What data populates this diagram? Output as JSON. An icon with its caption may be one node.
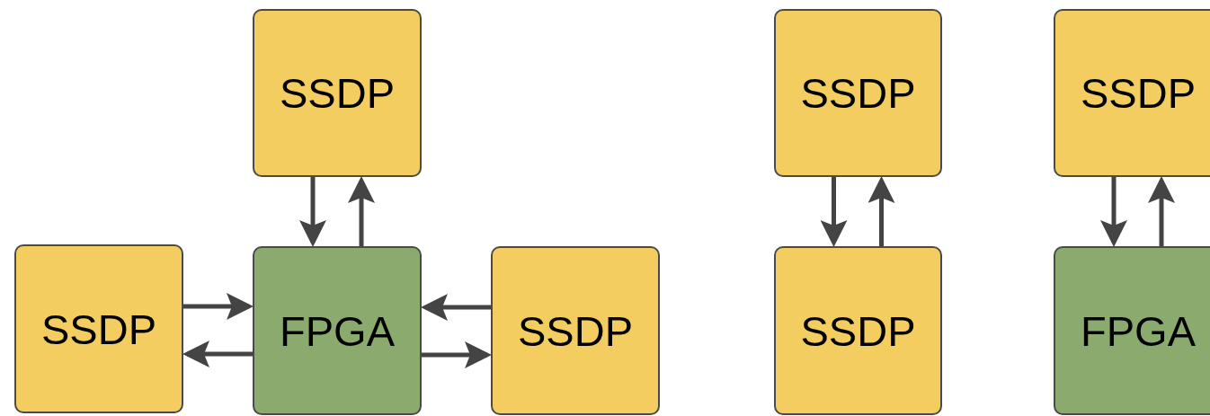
{
  "diagram": {
    "nodes": [
      {
        "text": [
          "SSDP"
        ]
      },
      {
        "text": [
          "SSDP"
        ]
      },
      {
        "text": [
          "FPGA"
        ]
      },
      {
        "text": [
          "SSDP"
        ]
      },
      {
        "text": [
          "SSDP"
        ]
      },
      {
        "text": [
          "SSDP"
        ]
      },
      {
        "text": [
          "SSDP"
        ]
      },
      {
        "text": [
          "FPGA"
        ]
      }
    ],
    "edges": [
      {
        "from": 0,
        "to": 2,
        "arrow": "to"
      },
      {
        "from": 2,
        "to": 0,
        "arrow": "to"
      },
      {
        "from": 1,
        "to": 2,
        "arrow": "to"
      },
      {
        "from": 2,
        "to": 1,
        "arrow": "to"
      },
      {
        "from": 3,
        "to": 2,
        "arrow": "to"
      },
      {
        "from": 2,
        "to": 3,
        "arrow": "to"
      },
      {
        "from": 4,
        "to": 5,
        "arrow": "to"
      },
      {
        "from": 5,
        "to": 4,
        "arrow": "to"
      },
      {
        "from": 6,
        "to": 7,
        "arrow": "to"
      },
      {
        "from": 7,
        "to": 6,
        "arrow": "to"
      }
    ]
  }
}
